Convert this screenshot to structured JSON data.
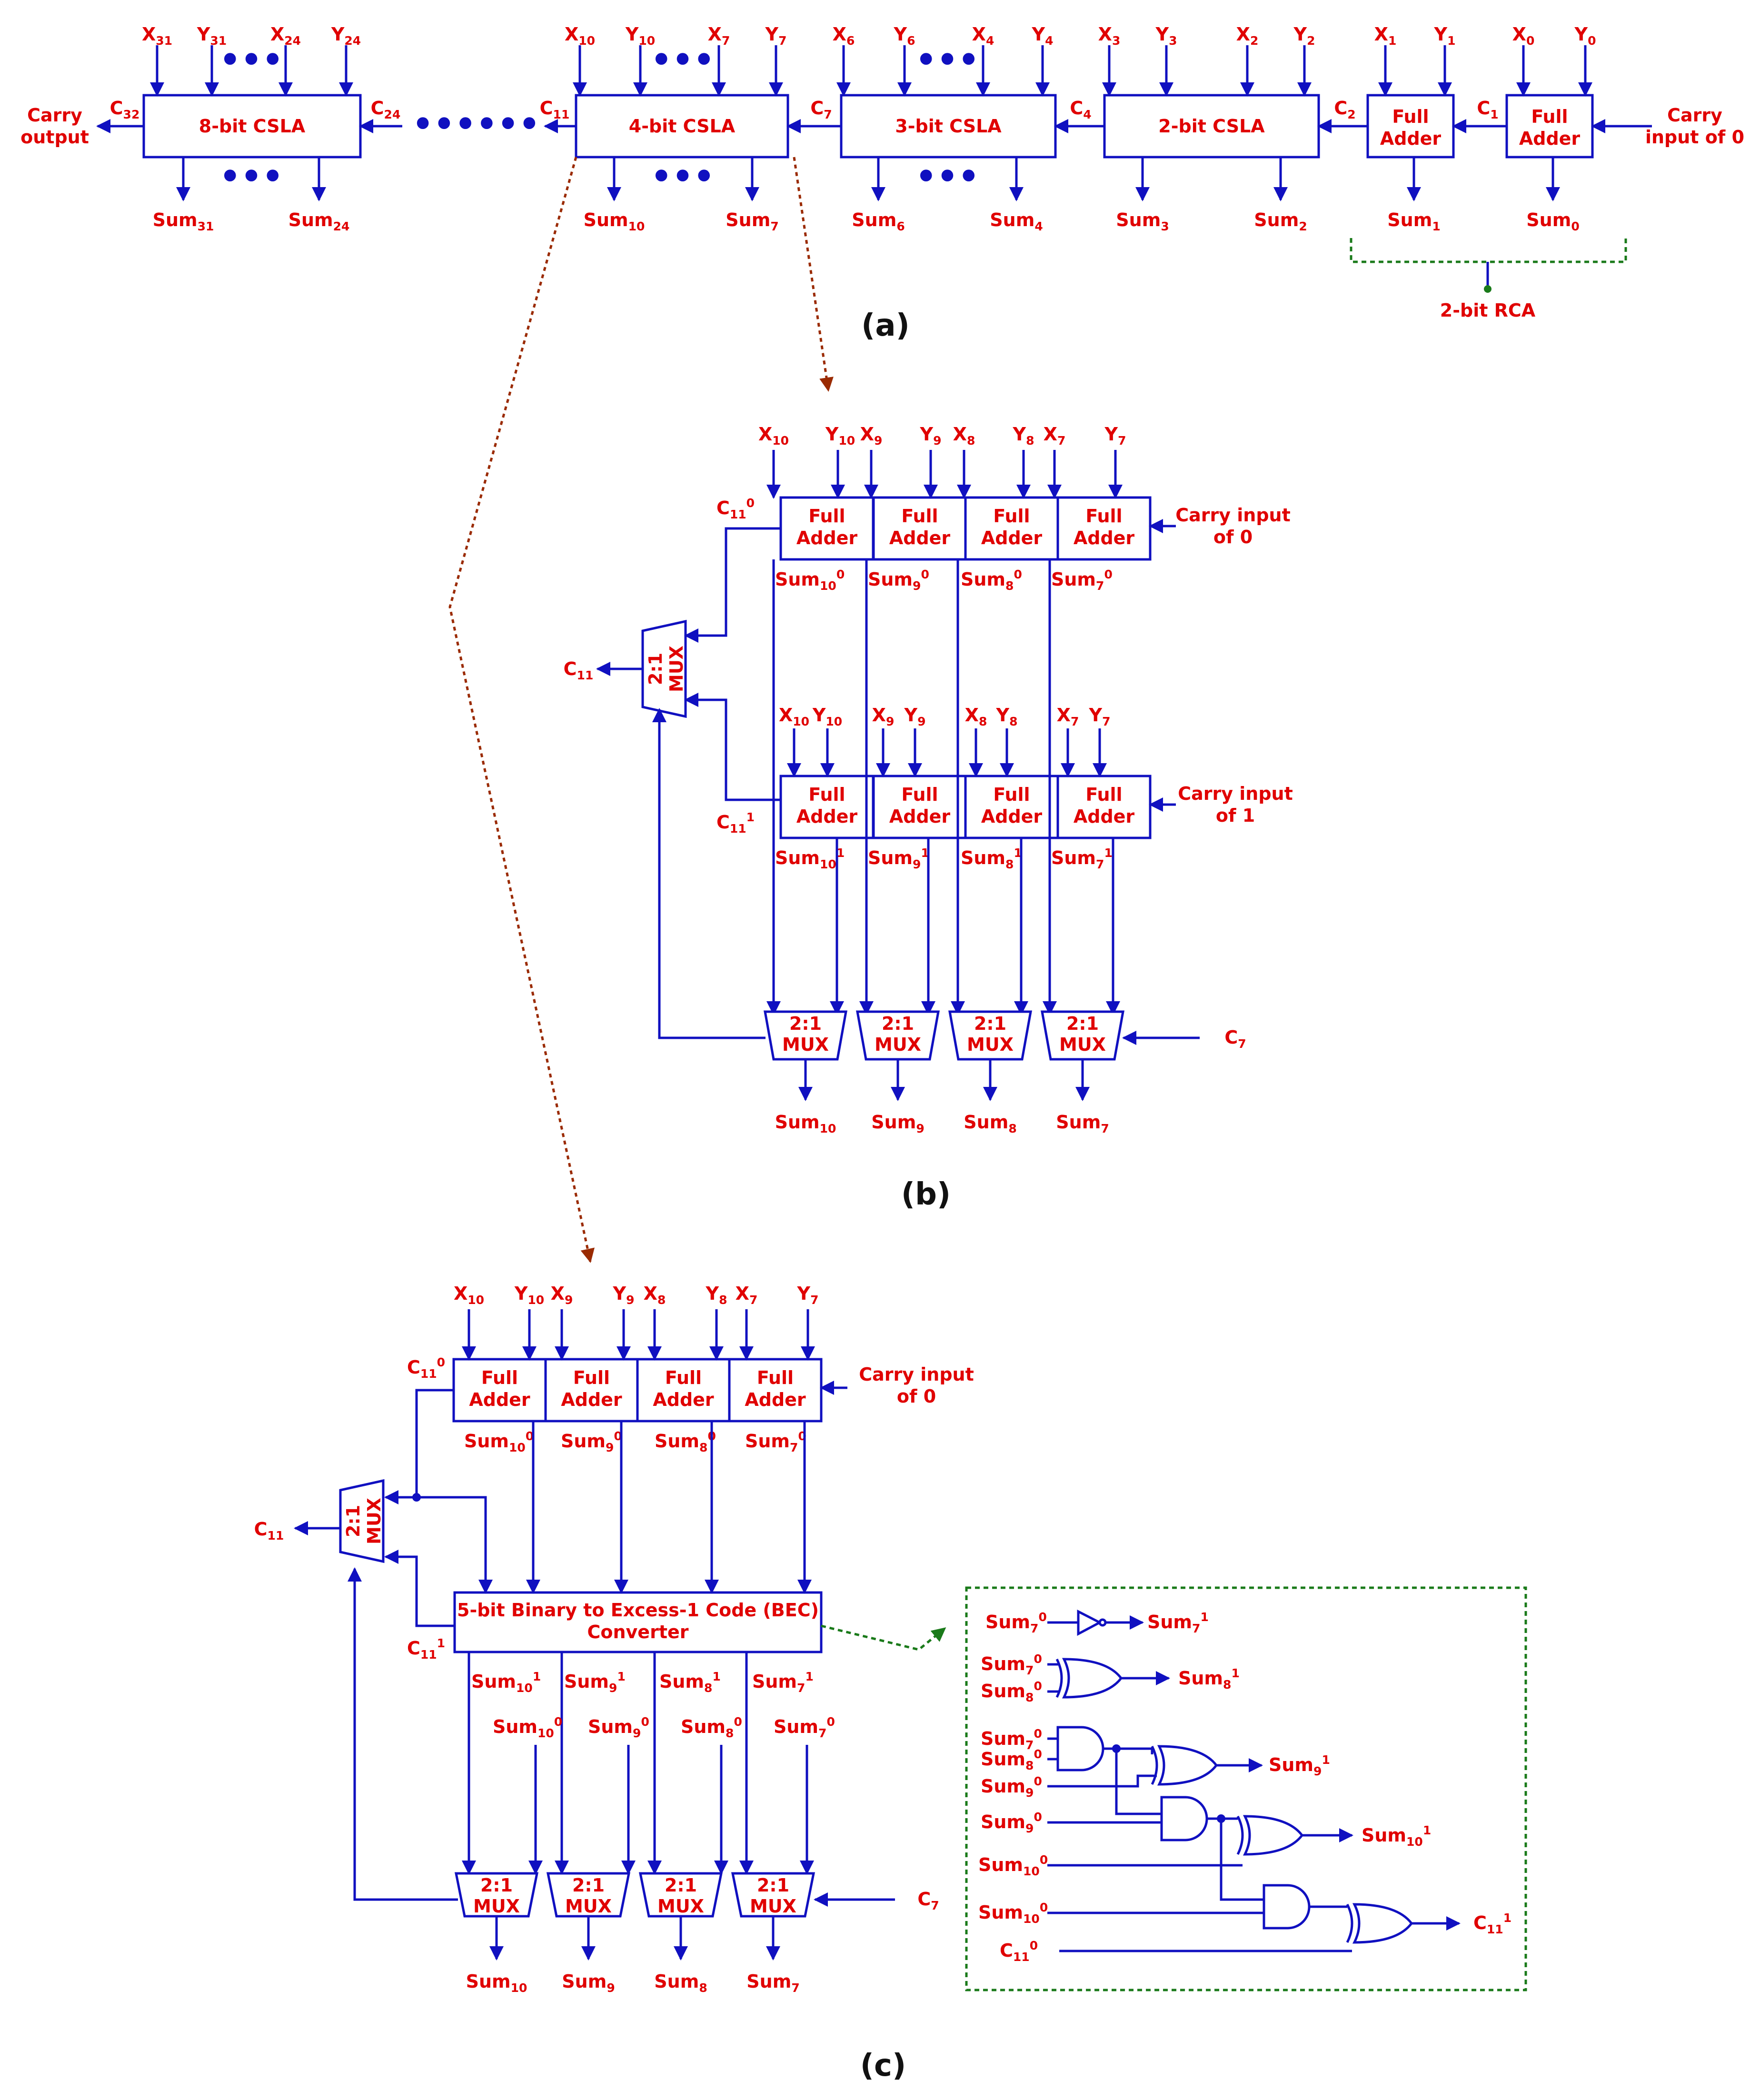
{
  "captions": {
    "a": "(a)",
    "b": "(b)",
    "c": "(c)"
  },
  "part_a": {
    "blocks": [
      "8-bit CSLA",
      "4-bit CSLA",
      "3-bit CSLA",
      "2-bit CSLA",
      "Full Adder",
      "Full Adder"
    ],
    "inputs": [
      "X31",
      "Y31",
      "X24",
      "Y24",
      "X10",
      "Y10",
      "X7",
      "Y7",
      "X6",
      "Y6",
      "X4",
      "Y4",
      "X3",
      "Y3",
      "X2",
      "Y2",
      "X1",
      "Y1",
      "X0",
      "Y0"
    ],
    "carries": [
      "C32",
      "C24",
      "C11",
      "C7",
      "C4",
      "C2",
      "C1"
    ],
    "sums": [
      "Sum31",
      "Sum24",
      "Sum10",
      "Sum7",
      "Sum6",
      "Sum4",
      "Sum3",
      "Sum2",
      "Sum1",
      "Sum0"
    ],
    "carry_output": "Carry output",
    "carry_input": "Carry input of 0",
    "rca_label": "2-bit RCA"
  },
  "part_b": {
    "fa_label": "Full Adder",
    "mux_label": "2:1 MUX",
    "carry_in_0": "Carry input of 0",
    "carry_in_1": "Carry input of 1",
    "c_in": "C7",
    "c_out": "C11",
    "c_out_0": "C11^0",
    "c_out_1": "C11^1",
    "bit_inputs": [
      "X10",
      "Y10",
      "X9",
      "Y9",
      "X8",
      "Y8",
      "X7",
      "Y7"
    ],
    "sums_0": [
      "Sum10^0",
      "Sum9^0",
      "Sum8^0",
      "Sum7^0"
    ],
    "sums_1": [
      "Sum10^1",
      "Sum9^1",
      "Sum8^1",
      "Sum7^1"
    ],
    "sums": [
      "Sum10",
      "Sum9",
      "Sum8",
      "Sum7"
    ]
  },
  "part_c": {
    "fa_label": "Full Adder",
    "mux_label": "2:1 MUX",
    "bec_label": "5-bit Binary to Excess-1 Code (BEC) Converter",
    "carry_in_0": "Carry input of 0",
    "c_in": "C7",
    "c_out": "C11",
    "c_out_0": "C11^0",
    "c_out_1": "C11^1",
    "bit_inputs": [
      "X10",
      "Y10",
      "X9",
      "Y9",
      "X8",
      "Y8",
      "X7",
      "Y7"
    ],
    "sums_0": [
      "Sum10^0",
      "Sum9^0",
      "Sum8^0",
      "Sum7^0"
    ],
    "sums_1": [
      "Sum10^1",
      "Sum9^1",
      "Sum8^1",
      "Sum7^1"
    ],
    "sums": [
      "Sum10",
      "Sum9",
      "Sum8",
      "Sum7"
    ],
    "bec_detail": {
      "inputs": [
        "Sum7^0",
        "Sum7^0",
        "Sum8^0",
        "Sum7^0",
        "Sum8^0",
        "Sum9^0",
        "Sum9^0",
        "Sum10^0",
        "Sum10^0",
        "C11^0"
      ],
      "outputs": [
        "Sum7^1",
        "Sum8^1",
        "Sum9^1",
        "Sum10^1",
        "C11^1"
      ]
    }
  },
  "colors": {
    "wire": "#1010c0",
    "label": "#e00000",
    "zoom_link": "#9a2a00",
    "bec_frame": "#1a7a1a"
  }
}
